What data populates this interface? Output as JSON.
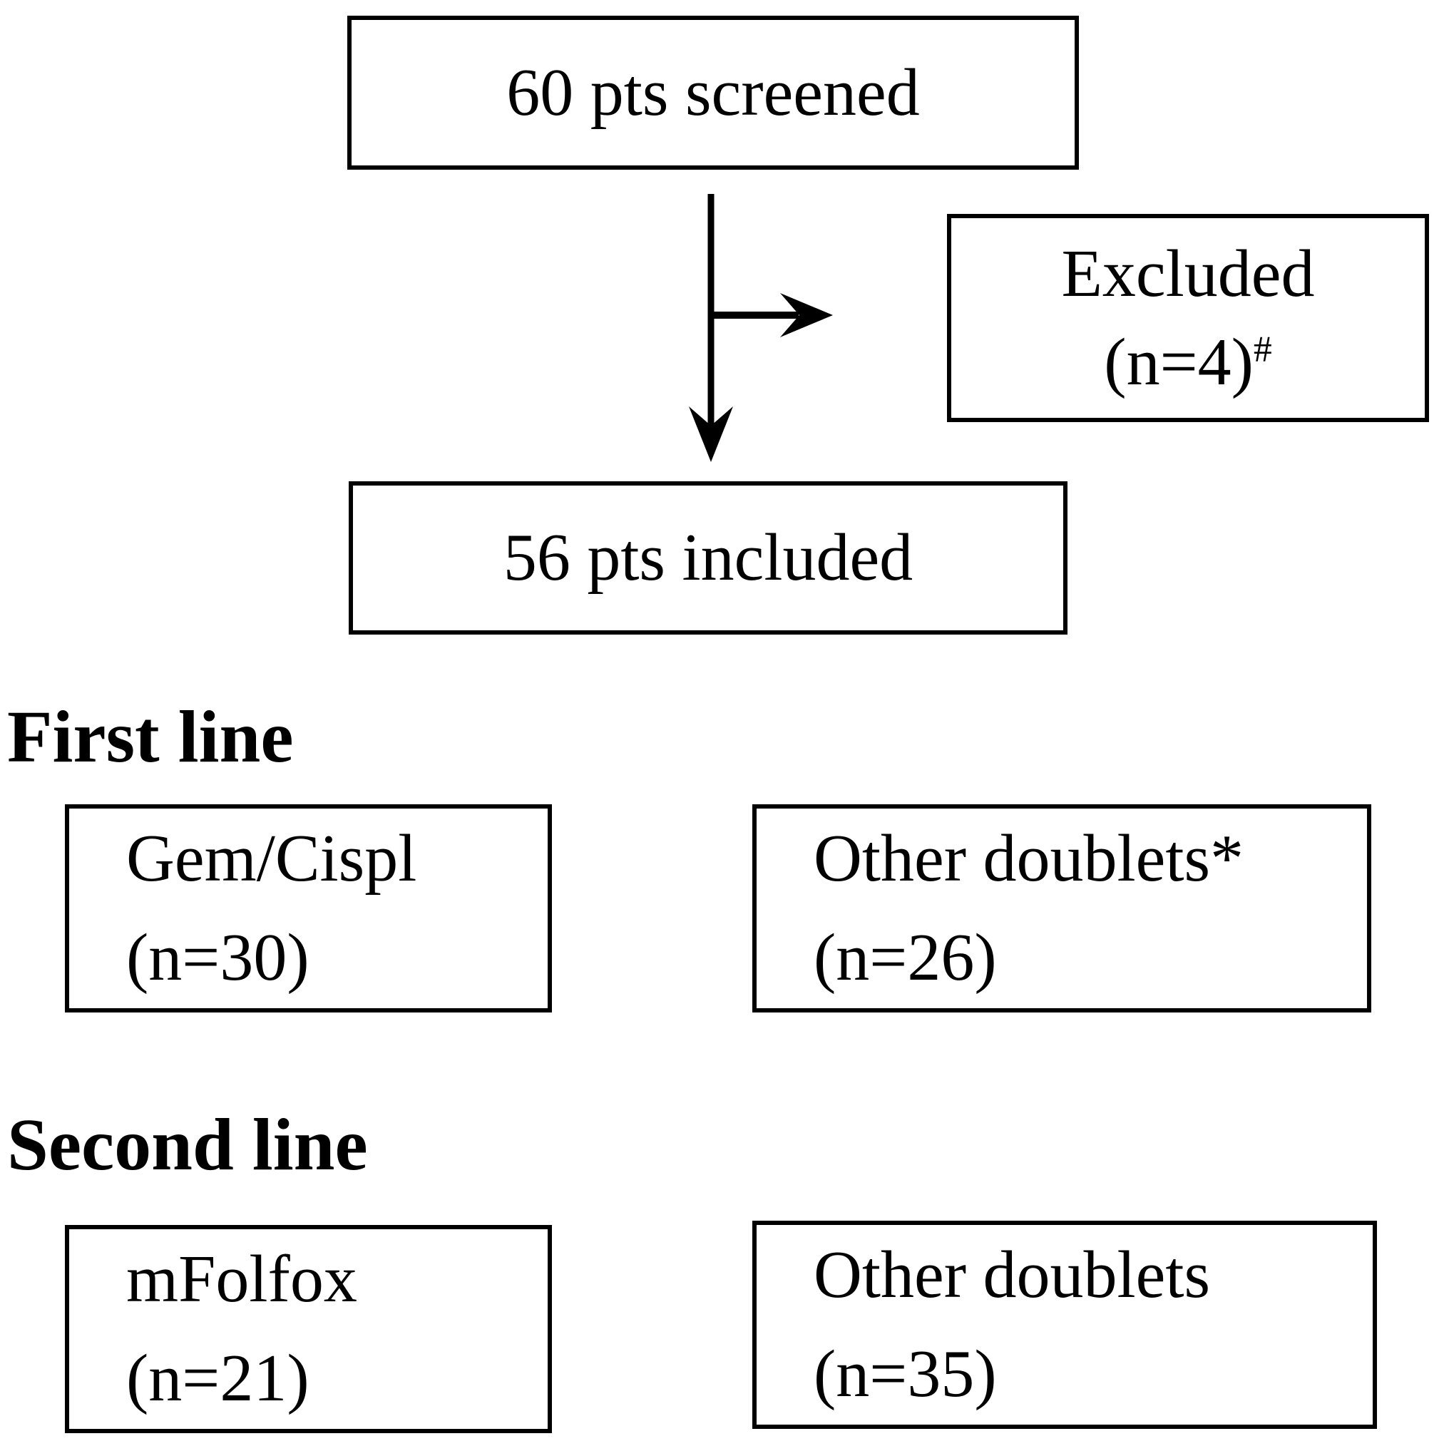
{
  "diagram": {
    "title_hint": "Patient flow diagram",
    "colors": {
      "ink": "#000000",
      "background": "#ffffff"
    },
    "screened_box": {
      "label": "60 pts screened"
    },
    "excluded_box": {
      "line1": "Excluded",
      "line2": "(n=4)",
      "line2_superscript": "#"
    },
    "included_box": {
      "label": "56 pts included"
    },
    "first_line": {
      "heading": "First line",
      "left_box": {
        "line1": "Gem/Cispl",
        "line2": "(n=30)"
      },
      "right_box": {
        "line1": "Other doublets*",
        "line2": "(n=26)"
      }
    },
    "second_line": {
      "heading": "Second line",
      "left_box": {
        "line1": "mFolfox",
        "line2": "(n=21)"
      },
      "right_box": {
        "line1": "Other doublets",
        "line2": "(n=35)"
      }
    }
  }
}
